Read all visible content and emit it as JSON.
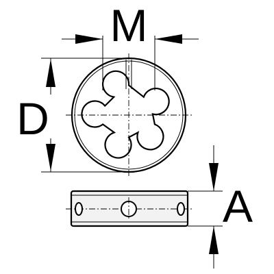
{
  "labels": {
    "m": "M",
    "d": "D",
    "a": "A"
  },
  "colors": {
    "line": "#000000",
    "background": "#ffffff",
    "bar_fill": "#f2f2f2"
  }
}
